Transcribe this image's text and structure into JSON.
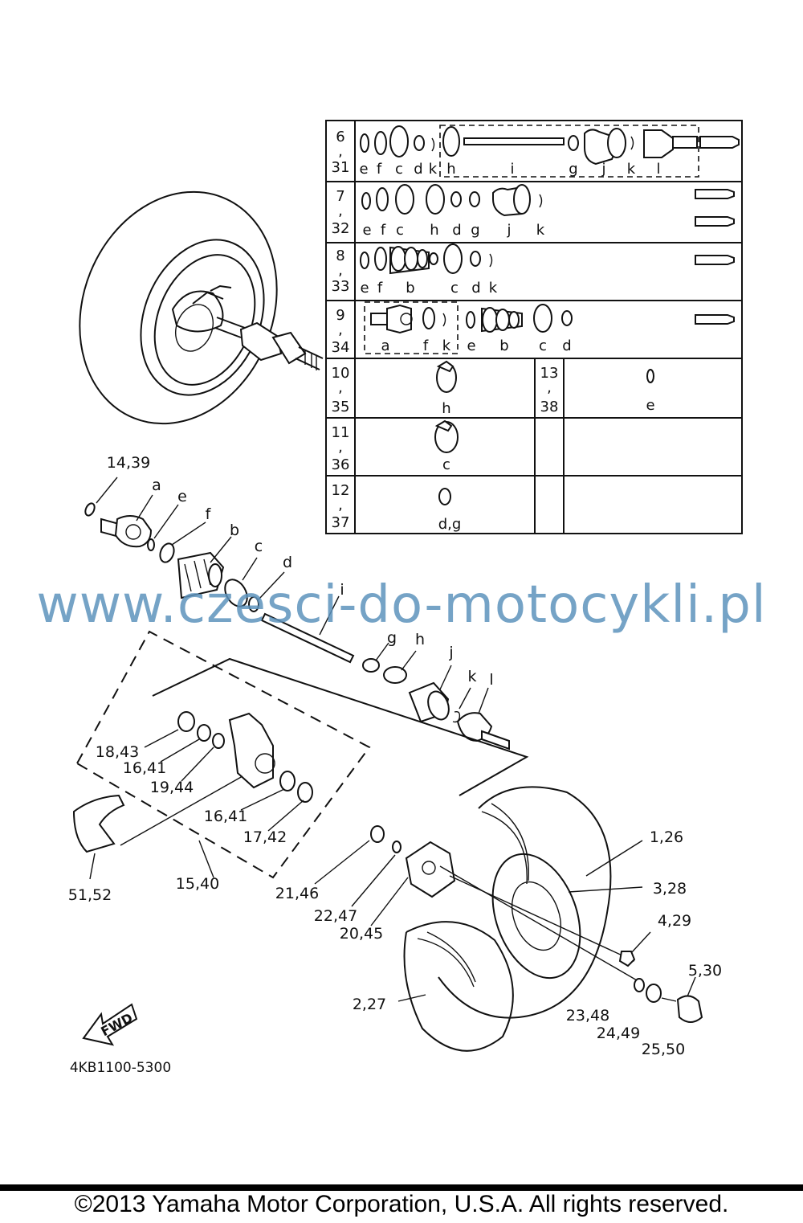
{
  "watermark": "www.czesci-do-motocykli.pl",
  "diagram_code": "4KB1100-5300",
  "fwd_label": "FWD",
  "copyright": "©2013 Yamaha Motor Corporation, U.S.A. All rights reserved.",
  "table": {
    "row6": {
      "ref": [
        "6",
        ",",
        "31"
      ],
      "letters": [
        "e",
        "f",
        "c",
        "d",
        "k",
        "h",
        "i",
        "g",
        "j",
        "k",
        "l"
      ]
    },
    "row7": {
      "ref": [
        "7",
        ",",
        "32"
      ],
      "letters": [
        "e",
        "f",
        "c",
        "h",
        "d",
        "g",
        "j",
        "k"
      ]
    },
    "row8": {
      "ref": [
        "8",
        ",",
        "33"
      ],
      "letters": [
        "e",
        "f",
        "b",
        "c",
        "d",
        "k"
      ]
    },
    "row9": {
      "ref": [
        "9",
        ",",
        "34"
      ],
      "letters": [
        "a",
        "f",
        "k",
        "e",
        "b",
        "c",
        "d"
      ]
    },
    "row10": {
      "ref": [
        "10",
        ",",
        "35"
      ],
      "letters": [
        "h"
      ]
    },
    "row13": {
      "ref": [
        "13",
        ",",
        "38"
      ],
      "letters": [
        "e"
      ]
    },
    "row11": {
      "ref": [
        "11",
        ",",
        "36"
      ],
      "letters": [
        "c"
      ]
    },
    "row12": {
      "ref": [
        "12",
        ",",
        "37"
      ],
      "letters": [
        "d,g"
      ]
    }
  },
  "callouts": {
    "c14_39": "14,39",
    "ca": "a",
    "ce": "e",
    "cf": "f",
    "cb": "b",
    "cc": "c",
    "cd": "d",
    "ci": "i",
    "cg": "g",
    "ch": "h",
    "cj": "j",
    "ck": "k",
    "cl": "l",
    "c18_43": "18,43",
    "c16_41a": "16,41",
    "c19_44": "19,44",
    "c16_41b": "16,41",
    "c17_42": "17,42",
    "c51_52": "51,52",
    "c15_40": "15,40",
    "c21_46": "21,46",
    "c22_47": "22,47",
    "c20_45": "20,45",
    "c1_26": "1,26",
    "c3_28": "3,28",
    "c4_29": "4,29",
    "c5_30": "5,30",
    "c2_27": "2,27",
    "c23_48": "23,48",
    "c24_49": "24,49",
    "c25_50": "25,50"
  }
}
